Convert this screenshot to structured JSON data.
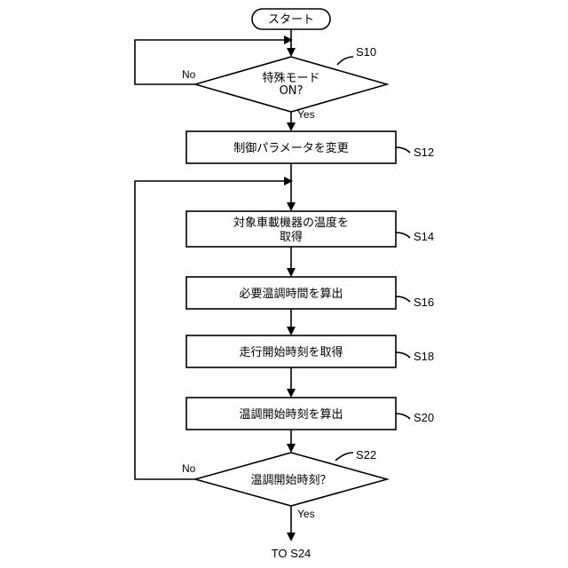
{
  "flowchart": {
    "start": "スタート",
    "decision_special_line1": "特殊モード",
    "decision_special_line2": "ON?",
    "decision_special_no": "No",
    "decision_special_yes": "Yes",
    "step_s12": "制御パラメータを変更",
    "step_s14_line1": "対象車載機器の温度を",
    "step_s14_line2": "取得",
    "step_s16": "必要温調時間を算出",
    "step_s18": "走行開始時刻を取得",
    "step_s20": "温調開始時刻を算出",
    "decision_timing": "温調開始時刻？",
    "decision_timing_no": "No",
    "decision_timing_yes": "Yes",
    "end": "TO S24"
  },
  "refs": {
    "s10": "S10",
    "s12": "S12",
    "s14": "S14",
    "s16": "S16",
    "s18": "S18",
    "s20": "S20",
    "s22": "S22"
  }
}
